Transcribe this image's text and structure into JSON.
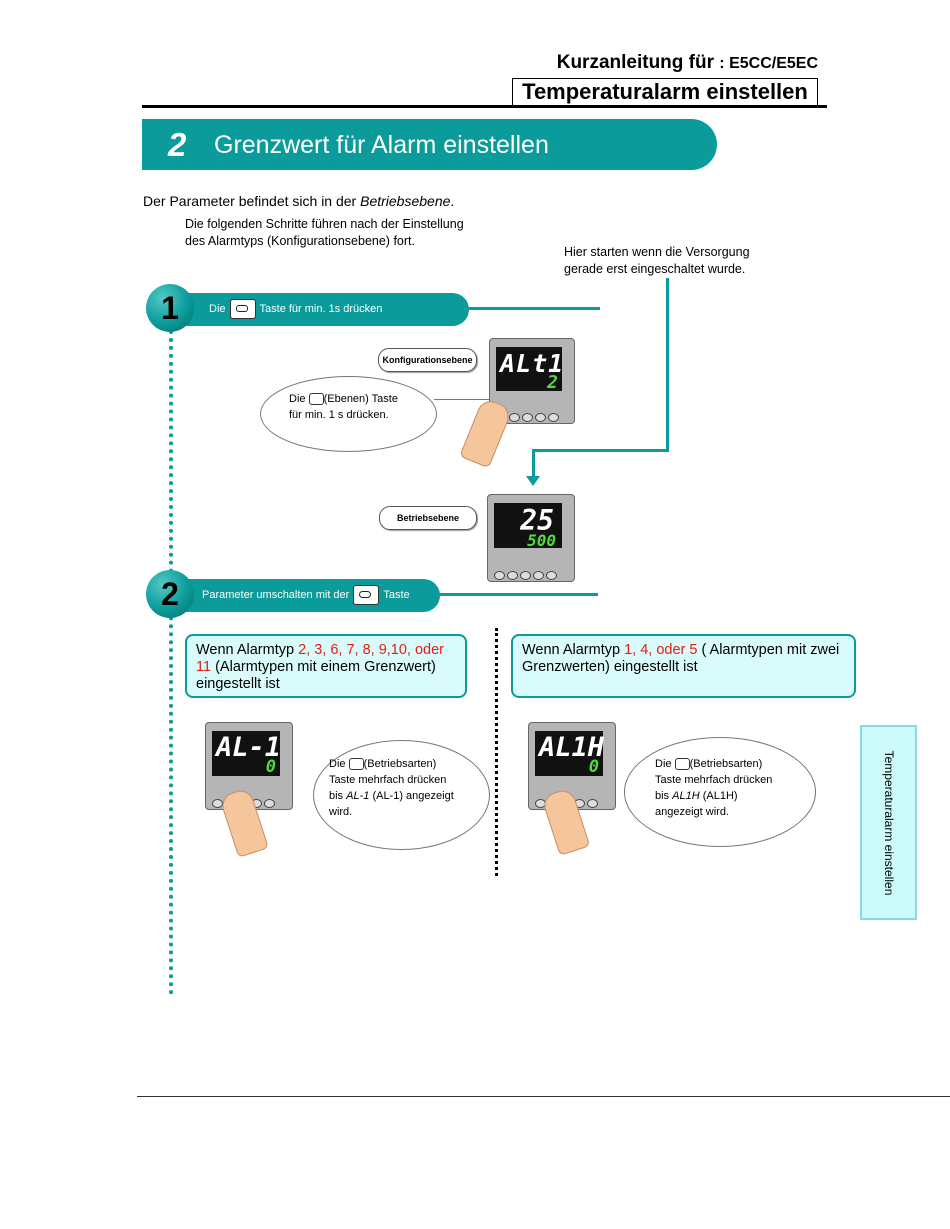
{
  "header": {
    "title_main": "Kurzanleitung für",
    "title_model": ": E5CC/E5EC",
    "subtitle": "Temperaturalarm einstellen"
  },
  "section": {
    "number": "2",
    "title": "Grenzwert für Alarm einstellen"
  },
  "intro": {
    "text_prefix": "Der Parameter befindet sich in der ",
    "text_italic": "Betriebsebene",
    "text_suffix": ".",
    "sub_line1": "Die folgenden Schritte führen nach der Einstellung",
    "sub_line2": "des Alarmtyps (Konfigurationsebene) fort."
  },
  "start_note": {
    "line1": "Hier starten wenn die Versorgung",
    "line2": "gerade erst eingeschaltet wurde."
  },
  "step1": {
    "number": "1",
    "text_before": "Die",
    "text_after": "Taste für min. 1s drücken",
    "config_pill": "Konfigurationsebene",
    "bubble_line1_pre": "Die",
    "bubble_line1_post": "(Ebenen) Taste",
    "bubble_line2": "für min. 1 s drücken.",
    "device1_pv": "ALt1",
    "device1_sv": "2",
    "oper_pill": "Betriebsebene",
    "device2_pv": "25",
    "device2_sv": "500"
  },
  "step2": {
    "number": "2",
    "text_before": "Parameter umschalten mit der",
    "text_after": "Taste",
    "left_box": {
      "pre": "Wenn Alarmtyp ",
      "red": "2, 3, 6, 7, 8, 9,10, oder 11",
      "post": " (Alarmtypen mit einem Grenzwert) eingestellt ist",
      "device_pv": "AL-1",
      "device_sv": "0",
      "bubble_l1_pre": "Die",
      "bubble_l1_post": "(Betriebsarten)",
      "bubble_l2": "Taste mehrfach drücken",
      "bubble_l3_pre": "bis",
      "bubble_l3_seg": "AL-1",
      "bubble_l3_post": "(AL-1) angezeigt",
      "bubble_l4": "wird."
    },
    "right_box": {
      "pre": "Wenn Alarmtyp ",
      "red": "1, 4, oder 5",
      "post": " ( Alarmtypen mit zwei Grenzwerten) eingestellt ist",
      "device_pv": "AL1H",
      "device_sv": "0",
      "bubble_l1_pre": "Die",
      "bubble_l1_post": "(Betriebsarten)",
      "bubble_l2": "Taste mehrfach drücken",
      "bubble_l3_pre": "bis",
      "bubble_l3_seg": "AL1H",
      "bubble_l3_post": "(AL1H)",
      "bubble_l4": "angezeigt wird."
    }
  },
  "side_tab": "Temperaturalarm einstellen",
  "colors": {
    "teal": "#0a9b9a",
    "box_bg": "#d9fbfb",
    "red": "#e21e12",
    "tab_bg": "#ccfafa"
  }
}
